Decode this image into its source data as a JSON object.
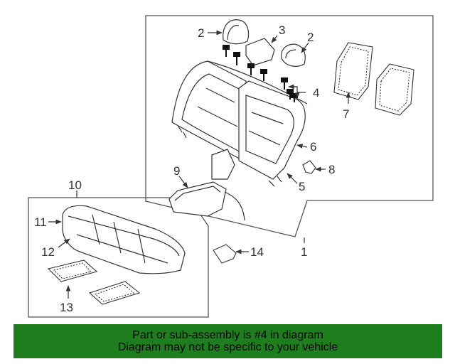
{
  "callouts": {
    "c1": "1",
    "c2a": "2",
    "c2b": "2",
    "c3": "3",
    "c4": "4",
    "c5": "5",
    "c6": "6",
    "c7": "7",
    "c8": "8",
    "c9": "9",
    "c10": "10",
    "c11": "11",
    "c12": "12",
    "c13": "13",
    "c14": "14"
  },
  "banner": {
    "line1": "Part or sub-assembly is #4 in diagram",
    "line2": "Diagram may not be specific to your vehicle"
  },
  "colors": {
    "banner_bg": "#1e7e1e",
    "line": "#333333"
  }
}
